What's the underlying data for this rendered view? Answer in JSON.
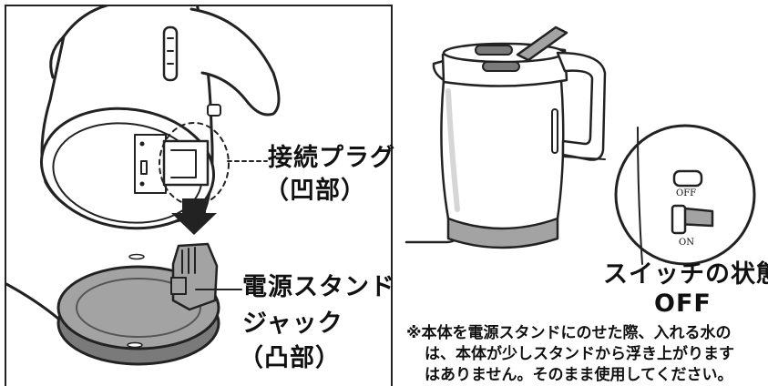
{
  "left_panel": {
    "plug_label_line1": "接続プラグ",
    "plug_label_line2": "（凹部）",
    "jack_label_line1": "電源スタンド",
    "jack_label_line2": "ジャック",
    "jack_label_line3": "（凸部）"
  },
  "right_panel": {
    "switch_off_marking": "OFF",
    "switch_on_marking": "ON",
    "switch_caption_line1": "スイッチの状態",
    "switch_caption_line2": "OFF"
  },
  "note": {
    "line1": "※本体を電源スタンドにのせた際、入れる水の",
    "line2": "は、本体が少しスタンドから浮き上がります",
    "line3": "はありません。そのまま使用してください。"
  },
  "colors": {
    "line": "#222222",
    "base_gray": "#a3a3a3",
    "dark_gray": "#7a7a7a",
    "light_gray": "#d6d6d6"
  }
}
